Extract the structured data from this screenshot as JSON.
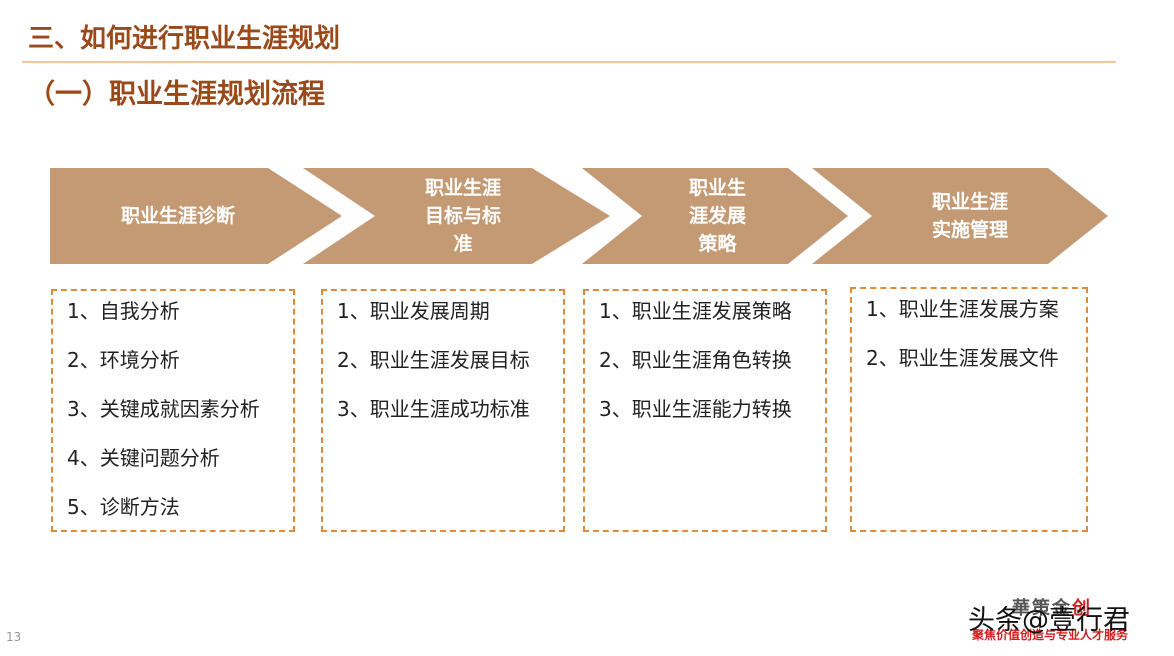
{
  "header": {
    "title": "三、如何进行职业生涯规划",
    "subtitle": "（一）职业生涯规划流程"
  },
  "colors": {
    "chevron": "#c49a74",
    "box_border": "#e08a3c",
    "title": "#9a4a1a"
  },
  "stages": [
    {
      "lines": [
        "职业生涯诊断"
      ],
      "items": [
        "1、自我分析",
        "2、环境分析",
        "3、关键成就因素分析",
        "4、关键问题分析",
        "5、诊断方法"
      ]
    },
    {
      "lines": [
        "职业生涯",
        "目标与标",
        "准"
      ],
      "items": [
        "1、职业发展周期",
        "2、职业生涯发展目标",
        "3、职业生涯成功标准"
      ]
    },
    {
      "lines": [
        "职业生",
        "涯发展",
        "策略"
      ],
      "items": [
        "1、职业生涯发展策略",
        "2、职业生涯角色转换",
        "3、职业生涯能力转换"
      ]
    },
    {
      "lines": [
        "职业生涯",
        "实施管理"
      ],
      "items": [
        "1、职业生涯发展方案",
        "2、职业生涯发展文件"
      ]
    }
  ],
  "footer": {
    "page_number": "13",
    "logo_text": "華策金",
    "logo_accent": "创",
    "tagline": "聚焦价值创造与专业人才服务",
    "watermark": "头条@壹行君"
  }
}
